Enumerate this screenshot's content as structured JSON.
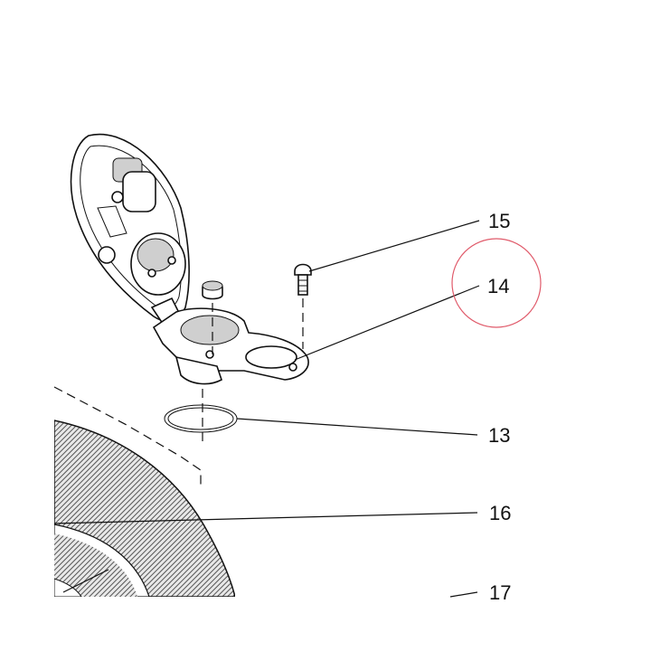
{
  "callouts": [
    {
      "id": "callout-15",
      "label": "15"
    },
    {
      "id": "callout-14",
      "label": "14"
    },
    {
      "id": "callout-13",
      "label": "13"
    },
    {
      "id": "callout-16",
      "label": "16"
    },
    {
      "id": "callout-17",
      "label": "17"
    }
  ],
  "highlight": {
    "color": "#e05a6a",
    "target": "14"
  },
  "colors": {
    "line": "#111111",
    "hatch": "#555555",
    "background": "#ffffff"
  }
}
